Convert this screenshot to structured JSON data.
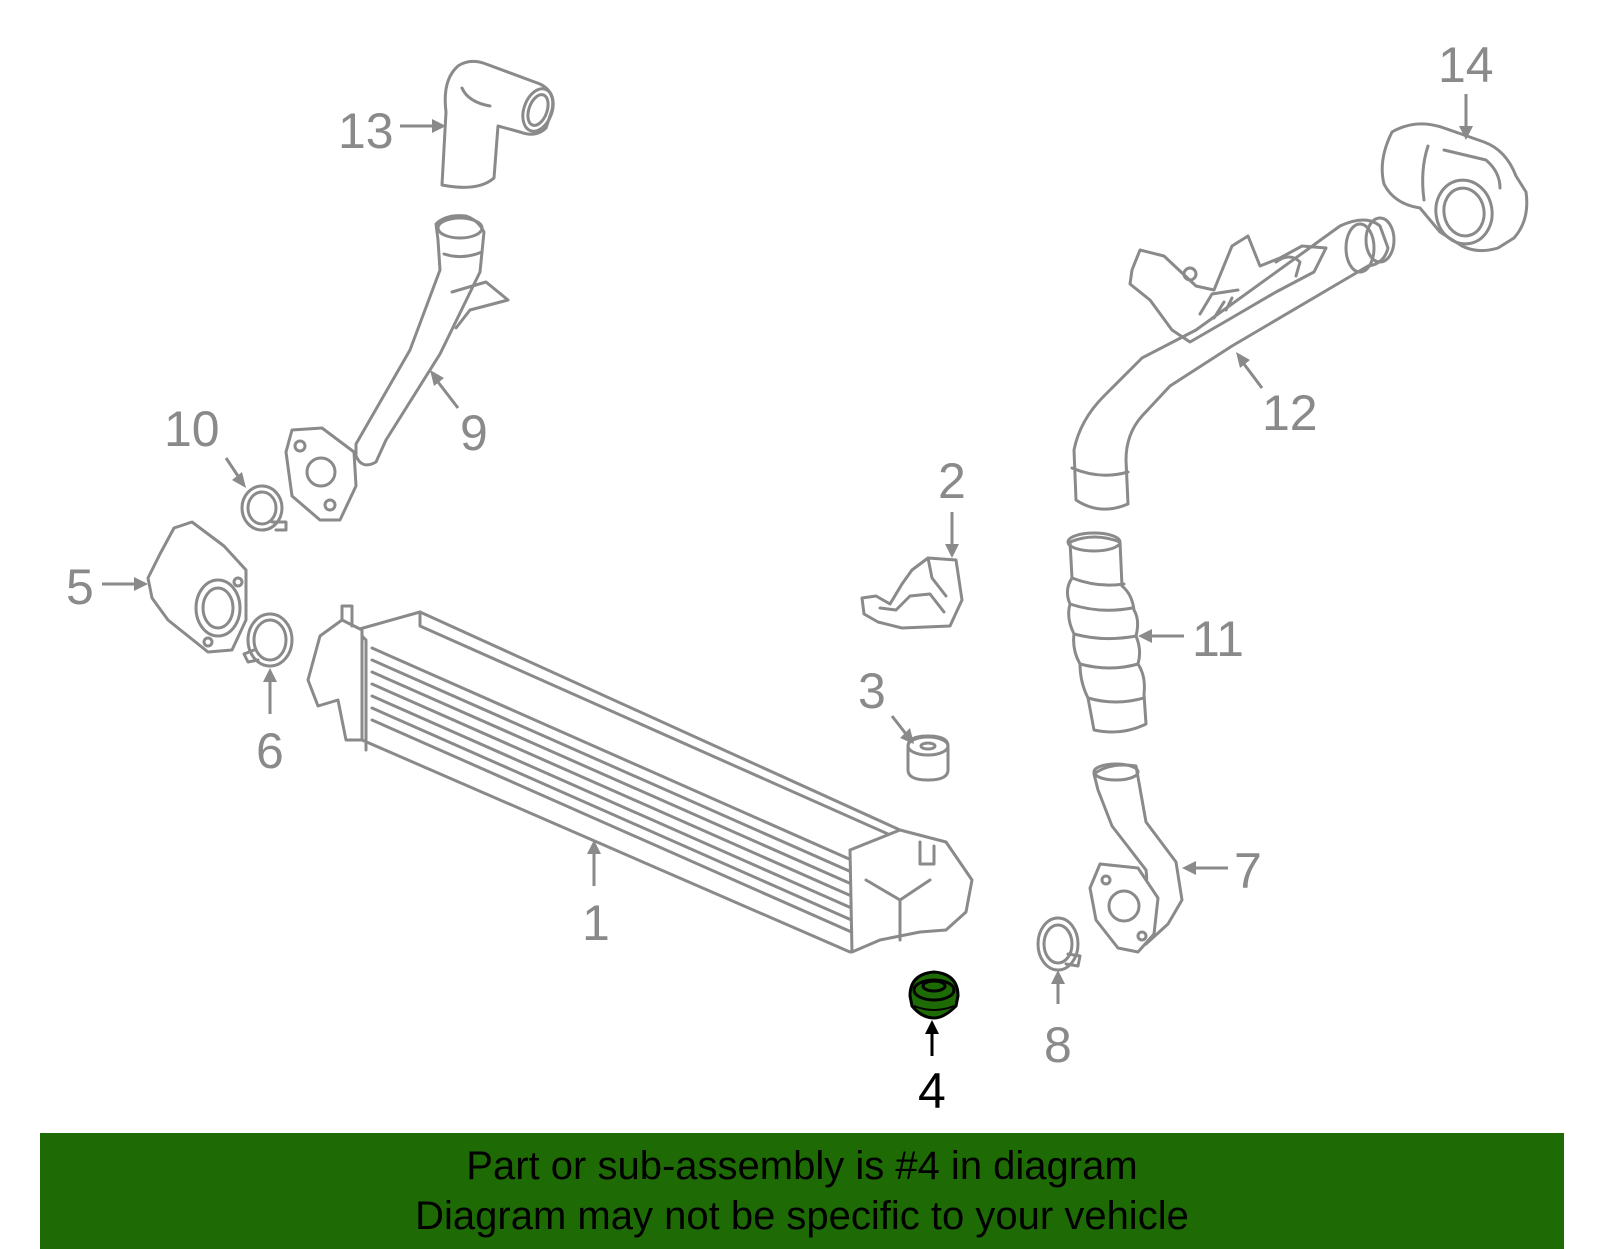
{
  "diagram": {
    "highlight_color": "#1e6b06",
    "part_color": "#8a8a8a",
    "highlighted_part": "4",
    "callouts": {
      "c1": "1",
      "c2": "2",
      "c3": "3",
      "c4": "4",
      "c5": "5",
      "c6": "6",
      "c7": "7",
      "c8": "8",
      "c9": "9",
      "c10": "10",
      "c11": "11",
      "c12": "12",
      "c13": "13",
      "c14": "14"
    }
  },
  "banner": {
    "line1": "Part or sub-assembly is #4 in diagram",
    "line2": "Diagram may not be specific to your vehicle",
    "background": "#1e6b06"
  }
}
